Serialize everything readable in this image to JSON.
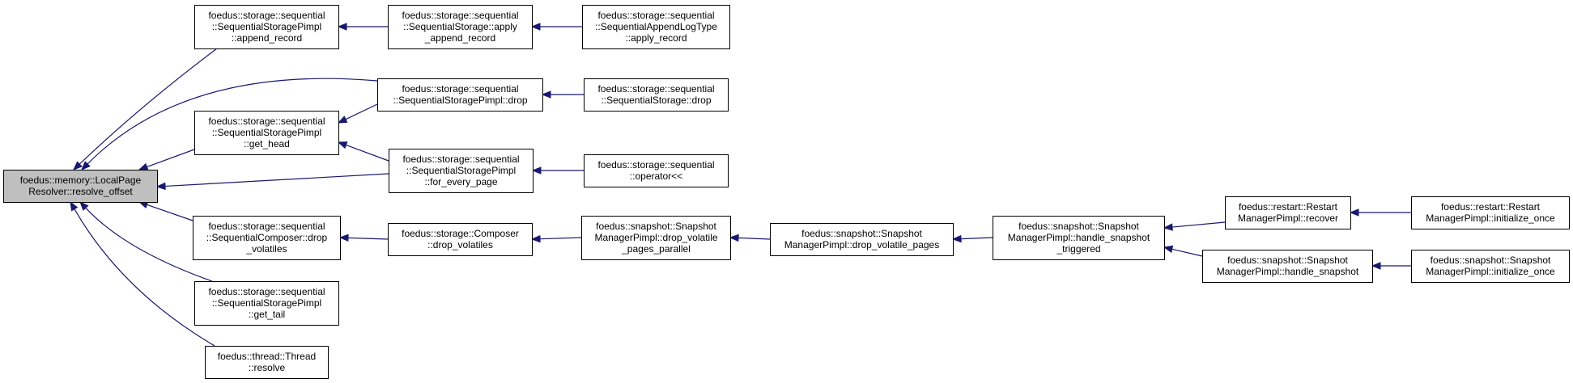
{
  "colors": {
    "edge": "#191970",
    "node_fill": "#ffffff",
    "root_fill": "#bfbfbf",
    "node_stroke": "#000000"
  },
  "nodes": [
    {
      "id": "root",
      "lines": [
        "foedus::memory::LocalPage",
        "Resolver::resolve_offset"
      ]
    },
    {
      "id": "append_record",
      "lines": [
        "foedus::storage::sequential",
        "::SequentialStoragePimpl",
        "::append_record"
      ]
    },
    {
      "id": "apply_append",
      "lines": [
        "foedus::storage::sequential",
        "::SequentialStorage::apply",
        "_append_record"
      ]
    },
    {
      "id": "apply_record",
      "lines": [
        "foedus::storage::sequential",
        "::SequentialAppendLogType",
        "::apply_record"
      ]
    },
    {
      "id": "pimpl_drop",
      "lines": [
        "foedus::storage::sequential",
        "::SequentialStoragePimpl::drop"
      ]
    },
    {
      "id": "storage_drop",
      "lines": [
        "foedus::storage::sequential",
        "::SequentialStorage::drop"
      ]
    },
    {
      "id": "get_head",
      "lines": [
        "foedus::storage::sequential",
        "::SequentialStoragePimpl",
        "::get_head"
      ]
    },
    {
      "id": "for_every_page",
      "lines": [
        "foedus::storage::sequential",
        "::SequentialStoragePimpl",
        "::for_every_page"
      ]
    },
    {
      "id": "operator_out",
      "lines": [
        "foedus::storage::sequential",
        "::operator<<"
      ]
    },
    {
      "id": "composer_drop",
      "lines": [
        "foedus::storage::sequential",
        "::SequentialComposer::drop",
        "_volatiles"
      ]
    },
    {
      "id": "composer",
      "lines": [
        "foedus::storage::Composer",
        "::drop_volatiles"
      ]
    },
    {
      "id": "snap_parallel",
      "lines": [
        "foedus::snapshot::Snapshot",
        "ManagerPimpl::drop_volatile",
        "_pages_parallel"
      ]
    },
    {
      "id": "snap_drop",
      "lines": [
        "foedus::snapshot::Snapshot",
        "ManagerPimpl::drop_volatile_pages"
      ]
    },
    {
      "id": "snap_triggered",
      "lines": [
        "foedus::snapshot::Snapshot",
        "ManagerPimpl::handle_snapshot",
        "_triggered"
      ]
    },
    {
      "id": "restart_recover",
      "lines": [
        "foedus::restart::Restart",
        "ManagerPimpl::recover"
      ]
    },
    {
      "id": "restart_init",
      "lines": [
        "foedus::restart::Restart",
        "ManagerPimpl::initialize_once"
      ]
    },
    {
      "id": "snap_handle",
      "lines": [
        "foedus::snapshot::Snapshot",
        "ManagerPimpl::handle_snapshot"
      ]
    },
    {
      "id": "snap_init",
      "lines": [
        "foedus::snapshot::Snapshot",
        "ManagerPimpl::initialize_once"
      ]
    },
    {
      "id": "get_tail",
      "lines": [
        "foedus::storage::sequential",
        "::SequentialStoragePimpl",
        "::get_tail"
      ]
    },
    {
      "id": "thread_resolve",
      "lines": [
        "foedus::thread::Thread",
        "::resolve"
      ]
    }
  ],
  "edges": [
    {
      "from": "append_record",
      "to": "root"
    },
    {
      "from": "pimpl_drop",
      "to": "root"
    },
    {
      "from": "get_head",
      "to": "root"
    },
    {
      "from": "for_every_page",
      "to": "root"
    },
    {
      "from": "composer_drop",
      "to": "root"
    },
    {
      "from": "get_tail",
      "to": "root"
    },
    {
      "from": "thread_resolve",
      "to": "root"
    },
    {
      "from": "apply_append",
      "to": "append_record"
    },
    {
      "from": "apply_record",
      "to": "apply_append"
    },
    {
      "from": "storage_drop",
      "to": "pimpl_drop"
    },
    {
      "from": "pimpl_drop",
      "to": "get_head"
    },
    {
      "from": "for_every_page",
      "to": "get_head"
    },
    {
      "from": "operator_out",
      "to": "for_every_page"
    },
    {
      "from": "composer",
      "to": "composer_drop"
    },
    {
      "from": "snap_parallel",
      "to": "composer"
    },
    {
      "from": "snap_drop",
      "to": "snap_parallel"
    },
    {
      "from": "snap_triggered",
      "to": "snap_drop"
    },
    {
      "from": "restart_recover",
      "to": "snap_triggered"
    },
    {
      "from": "snap_handle",
      "to": "snap_triggered"
    },
    {
      "from": "restart_init",
      "to": "restart_recover"
    },
    {
      "from": "snap_init",
      "to": "snap_handle"
    }
  ]
}
